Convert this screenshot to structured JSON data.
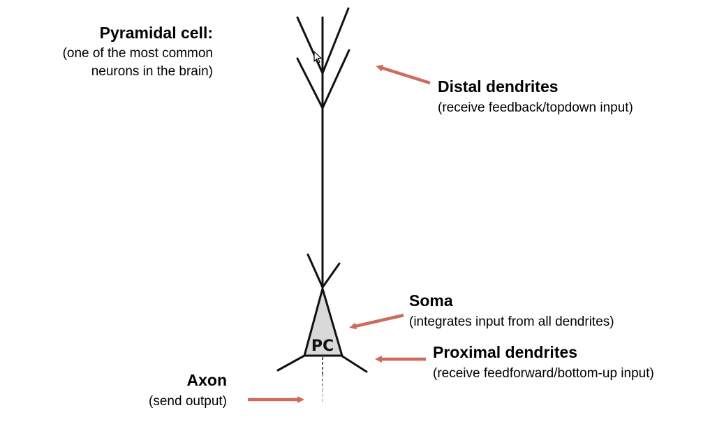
{
  "labels": {
    "pyramidal": {
      "title": "Pyramidal cell:",
      "line1": "(one of the most common",
      "line2": "neurons in the brain)"
    },
    "distal": {
      "title": "Distal dendrites",
      "sub": "(receive feedback/topdown input)"
    },
    "soma": {
      "title": "Soma",
      "sub": "(integrates input from all dendrites)"
    },
    "proximal": {
      "title": "Proximal dendrites",
      "sub": "(receive feedforward/bottom-up input)"
    },
    "axon": {
      "title": "Axon",
      "sub": "(send output)"
    },
    "soma_text": "PC"
  },
  "colors": {
    "arrow": "#cd6b5c",
    "cell_stroke": "#111111",
    "soma_fill": "#d9d9d9",
    "axon": "#8a8a8a"
  },
  "icons": {
    "cursor": "mouse-pointer-icon"
  }
}
